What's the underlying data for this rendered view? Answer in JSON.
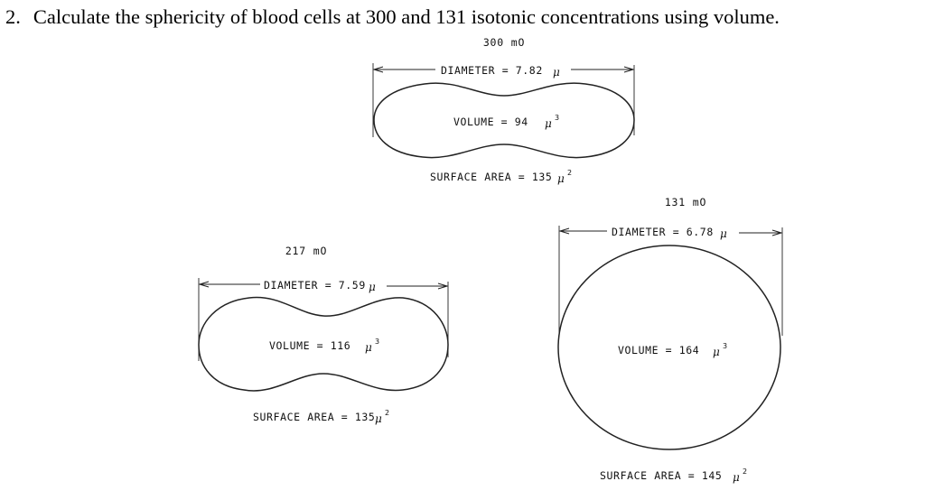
{
  "question": {
    "number": "2.",
    "text": "Calculate the sphericity of blood cells at 300 and 131 isotonic concentrations using volume."
  },
  "cells": [
    {
      "concentration": "300 mO",
      "diameter_label": "DIAMETER = 7.82",
      "diameter_unit": "μ",
      "volume_label": "VOLUME = 94",
      "volume_unit": "μ",
      "volume_exp": "3",
      "surface_label": "SURFACE AREA = 135",
      "surface_unit": "μ",
      "surface_exp": "2"
    },
    {
      "concentration": "217 mO",
      "diameter_label": "DIAMETER = 7.59",
      "diameter_unit": "μ",
      "volume_label": "VOLUME = 116",
      "volume_unit": "μ",
      "volume_exp": "3",
      "surface_label": "SURFACE AREA = 135",
      "surface_unit": "μ",
      "surface_exp": "2"
    },
    {
      "concentration": "131 mO",
      "diameter_label": "DIAMETER = 6.78",
      "diameter_unit": "μ",
      "volume_label": "VOLUME = 164",
      "volume_unit": "μ",
      "volume_exp": "3",
      "surface_label": "SURFACE AREA = 145",
      "surface_unit": "μ",
      "surface_exp": "2"
    }
  ]
}
